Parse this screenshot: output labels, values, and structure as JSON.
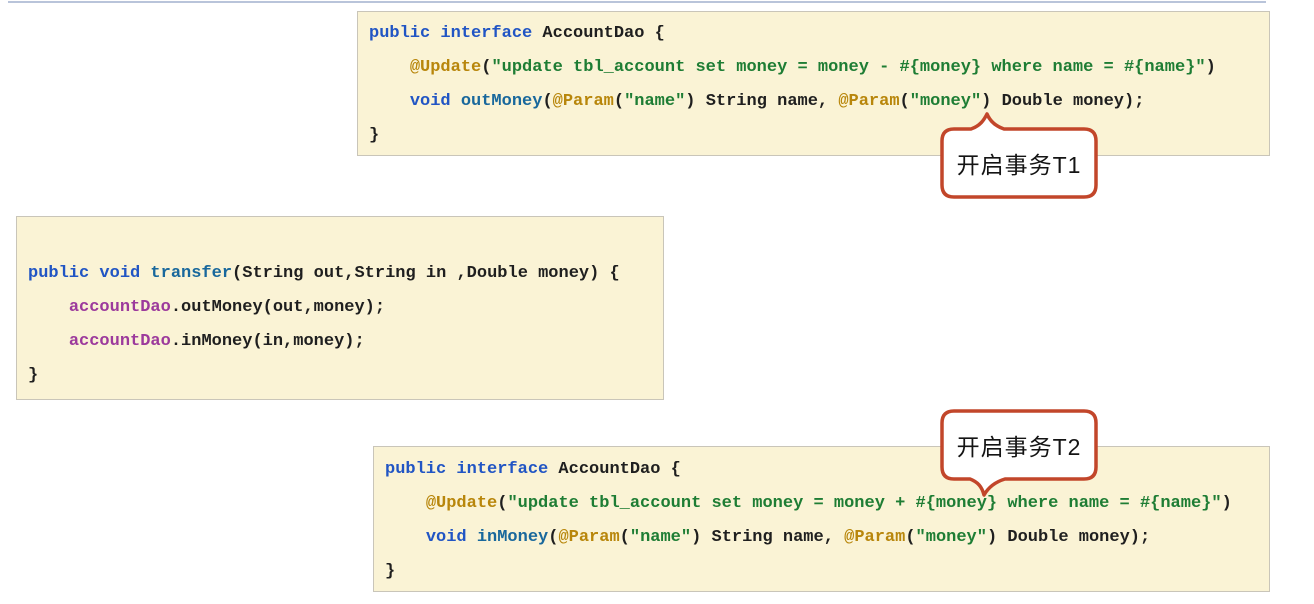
{
  "colors": {
    "page_bg": "#ffffff",
    "top_line": "#b9c4da",
    "code_bg": "#faf3d5",
    "code_border": "#c9c5b9",
    "callout_border": "#c2462a",
    "callout_bg": "#ffffff",
    "callout_text": "#141414"
  },
  "syntax_colors": {
    "kw": "#2155c4",
    "meth": "#19689c",
    "ann": "#b8860b",
    "str": "#1e7d34",
    "field": "#9c3a9c",
    "plain": "#1f1f1f"
  },
  "callouts": [
    {
      "label": "开启事务T1",
      "tail": "up"
    },
    {
      "label": "开启事务T2",
      "tail": "down"
    }
  ],
  "code_blocks": [
    {
      "name": "account-dao-outmoney-interface",
      "lines": [
        [
          {
            "c": "kw",
            "t": "public interface"
          },
          {
            "c": "plain",
            "t": " AccountDao {"
          }
        ],
        [
          {
            "c": "plain",
            "t": "    "
          },
          {
            "c": "ann",
            "t": "@Update"
          },
          {
            "c": "plain",
            "t": "("
          },
          {
            "c": "str",
            "t": "\"update tbl_account set money = money - #{money} where name = #{name}\""
          },
          {
            "c": "plain",
            "t": ")"
          }
        ],
        [
          {
            "c": "plain",
            "t": "    "
          },
          {
            "c": "kw",
            "t": "void"
          },
          {
            "c": "plain",
            "t": " "
          },
          {
            "c": "meth",
            "t": "outMoney"
          },
          {
            "c": "plain",
            "t": "("
          },
          {
            "c": "ann",
            "t": "@Param"
          },
          {
            "c": "plain",
            "t": "("
          },
          {
            "c": "str",
            "t": "\"name\""
          },
          {
            "c": "plain",
            "t": ") String name, "
          },
          {
            "c": "ann",
            "t": "@Param"
          },
          {
            "c": "plain",
            "t": "("
          },
          {
            "c": "str",
            "t": "\"money\""
          },
          {
            "c": "plain",
            "t": ") Double money);"
          }
        ],
        [
          {
            "c": "plain",
            "t": "}"
          }
        ]
      ]
    },
    {
      "name": "transfer-service-method",
      "lines": [
        [],
        [
          {
            "c": "kw",
            "t": "public void"
          },
          {
            "c": "plain",
            "t": " "
          },
          {
            "c": "meth",
            "t": "transfer"
          },
          {
            "c": "plain",
            "t": "(String out,String in ,Double money) {"
          }
        ],
        [
          {
            "c": "plain",
            "t": "    "
          },
          {
            "c": "field",
            "t": "accountDao"
          },
          {
            "c": "plain",
            "t": ".outMoney(out,money);"
          }
        ],
        [
          {
            "c": "plain",
            "t": "    "
          },
          {
            "c": "field",
            "t": "accountDao"
          },
          {
            "c": "plain",
            "t": ".inMoney(in,money);"
          }
        ],
        [
          {
            "c": "plain",
            "t": "}"
          }
        ]
      ]
    },
    {
      "name": "account-dao-inmoney-interface",
      "lines": [
        [
          {
            "c": "kw",
            "t": "public interface"
          },
          {
            "c": "plain",
            "t": " AccountDao {"
          }
        ],
        [
          {
            "c": "plain",
            "t": "    "
          },
          {
            "c": "ann",
            "t": "@Update"
          },
          {
            "c": "plain",
            "t": "("
          },
          {
            "c": "str",
            "t": "\"update tbl_account set money = money + #{money} where name = #{name}\""
          },
          {
            "c": "plain",
            "t": ")"
          }
        ],
        [
          {
            "c": "plain",
            "t": "    "
          },
          {
            "c": "kw",
            "t": "void"
          },
          {
            "c": "plain",
            "t": " "
          },
          {
            "c": "meth",
            "t": "inMoney"
          },
          {
            "c": "plain",
            "t": "("
          },
          {
            "c": "ann",
            "t": "@Param"
          },
          {
            "c": "plain",
            "t": "("
          },
          {
            "c": "str",
            "t": "\"name\""
          },
          {
            "c": "plain",
            "t": ") String name, "
          },
          {
            "c": "ann",
            "t": "@Param"
          },
          {
            "c": "plain",
            "t": "("
          },
          {
            "c": "str",
            "t": "\"money\""
          },
          {
            "c": "plain",
            "t": ") Double money);"
          }
        ],
        [
          {
            "c": "plain",
            "t": "}"
          }
        ]
      ]
    }
  ]
}
